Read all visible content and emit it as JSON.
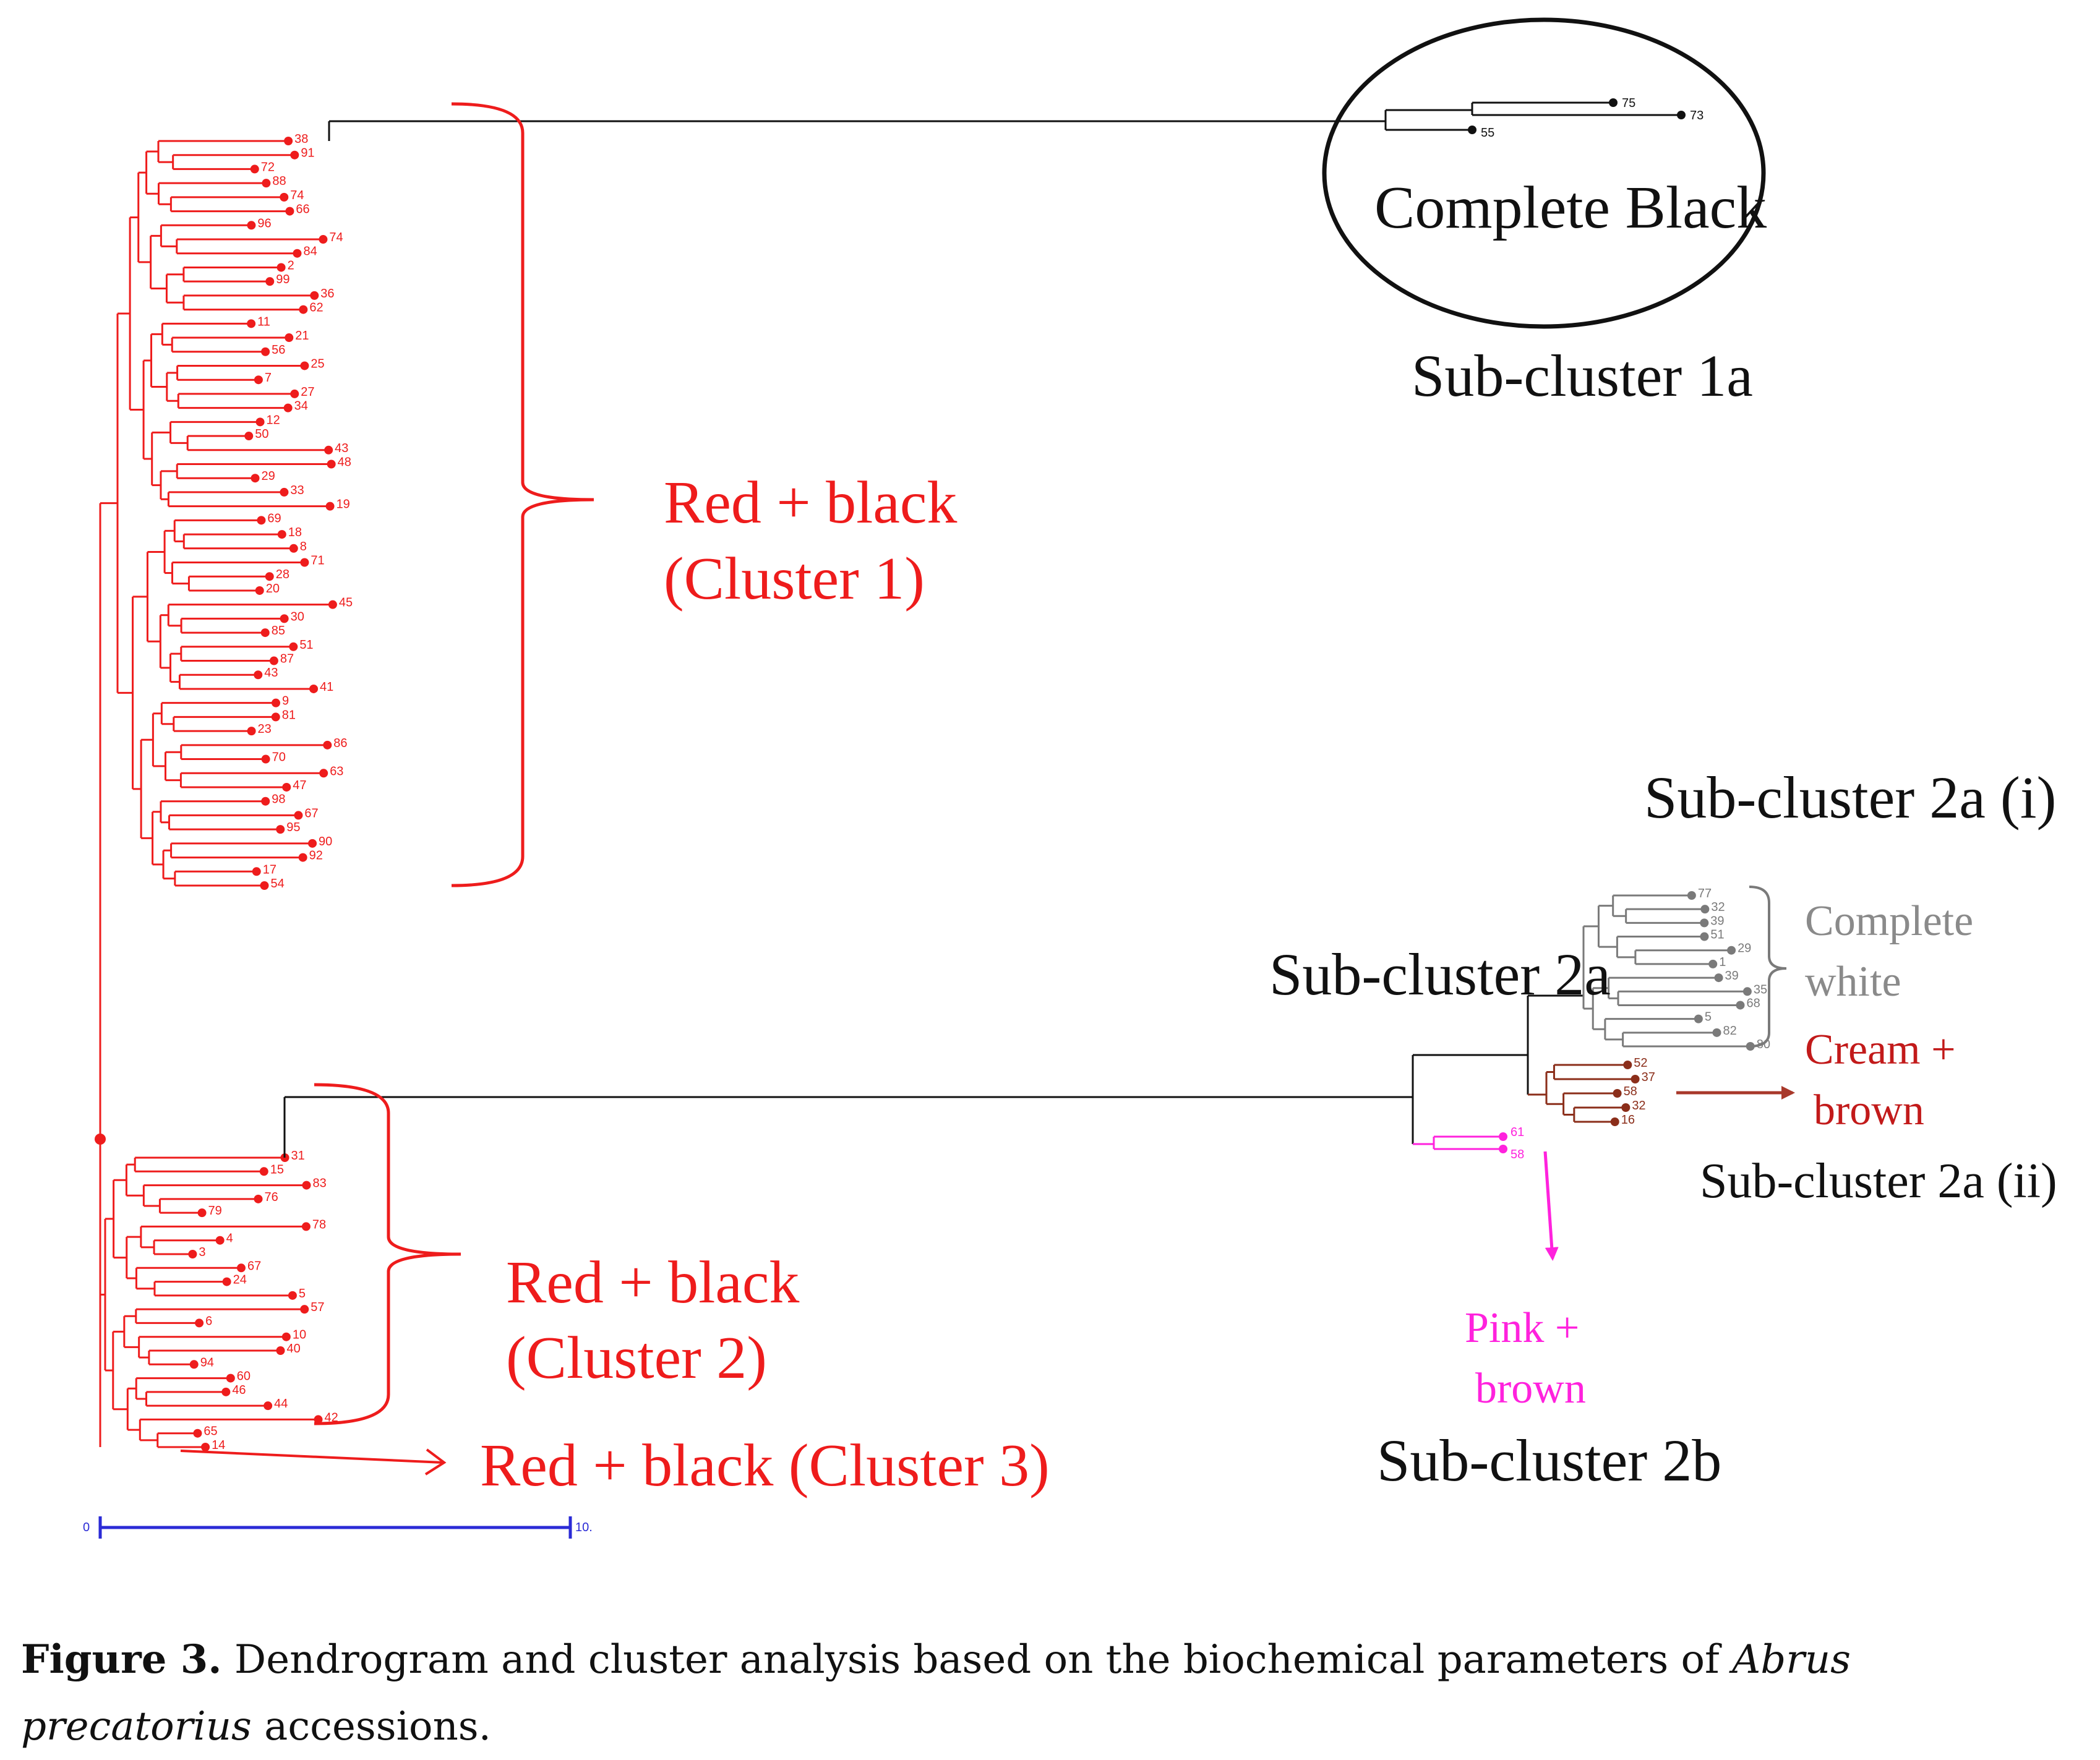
{
  "colors": {
    "red": "#ee1c1c",
    "black": "#111111",
    "grey": "#7a7a7a",
    "brown": "#8b2e1a",
    "pink": "#ff22dd",
    "blue": "#2b2bd6"
  },
  "labels": {
    "cluster1": [
      "Red + black",
      "(Cluster 1)"
    ],
    "cluster2": [
      "Red + black",
      "(Cluster 2)"
    ],
    "cluster3": "Red + black (Cluster 3)",
    "complete_black": "Complete Black",
    "sub1a": "Sub-cluster 1a",
    "sub2ai": "Sub-cluster 2a (i)",
    "sub2a": "Sub-cluster 2a",
    "complete_white": [
      "Complete",
      "white"
    ],
    "cream_brown": [
      "Cream +",
      "brown"
    ],
    "sub2aii": "Sub-cluster  2a (ii)",
    "pink_brown": [
      "Pink +",
      "brown"
    ],
    "sub2b": "Sub-cluster 2b"
  },
  "scale": {
    "start": "0",
    "end": "10."
  },
  "leaves": {
    "black": [
      "75",
      "73",
      "55"
    ],
    "red1": [
      "38",
      "91",
      "72",
      "88",
      "74",
      "66",
      "96",
      "74",
      "84",
      "2",
      "99",
      "36",
      "62",
      "11",
      "21",
      "56",
      "25",
      "7",
      "27",
      "34",
      "12",
      "50",
      "43",
      "48",
      "29",
      "33",
      "19",
      "69",
      "18",
      "8",
      "71",
      "28",
      "20",
      "45",
      "30",
      "85",
      "51",
      "87",
      "43",
      "41",
      "9",
      "81",
      "23",
      "86",
      "70",
      "63",
      "47",
      "98",
      "67",
      "95",
      "90",
      "92",
      "17",
      "54"
    ],
    "red2": [
      "31",
      "15",
      "83",
      "76",
      "79",
      "78",
      "4",
      "3",
      "67",
      "24",
      "5",
      "57",
      "6",
      "10",
      "40",
      "94",
      "60",
      "46",
      "44",
      "42",
      "65",
      "14"
    ],
    "grey": [
      "77",
      "32",
      "39",
      "51",
      "29",
      "1",
      "39",
      "35",
      "68",
      "5",
      "82",
      "80"
    ],
    "brown": [
      "52",
      "37",
      "58",
      "32",
      "16"
    ],
    "pink": [
      "61",
      "58"
    ]
  },
  "caption": {
    "label": "Figure 3.",
    "text_before": " Dendrogram and cluster analysis based on the biochemical parameters of ",
    "species": "Abrus precatorius",
    "text_after": " accessions."
  }
}
